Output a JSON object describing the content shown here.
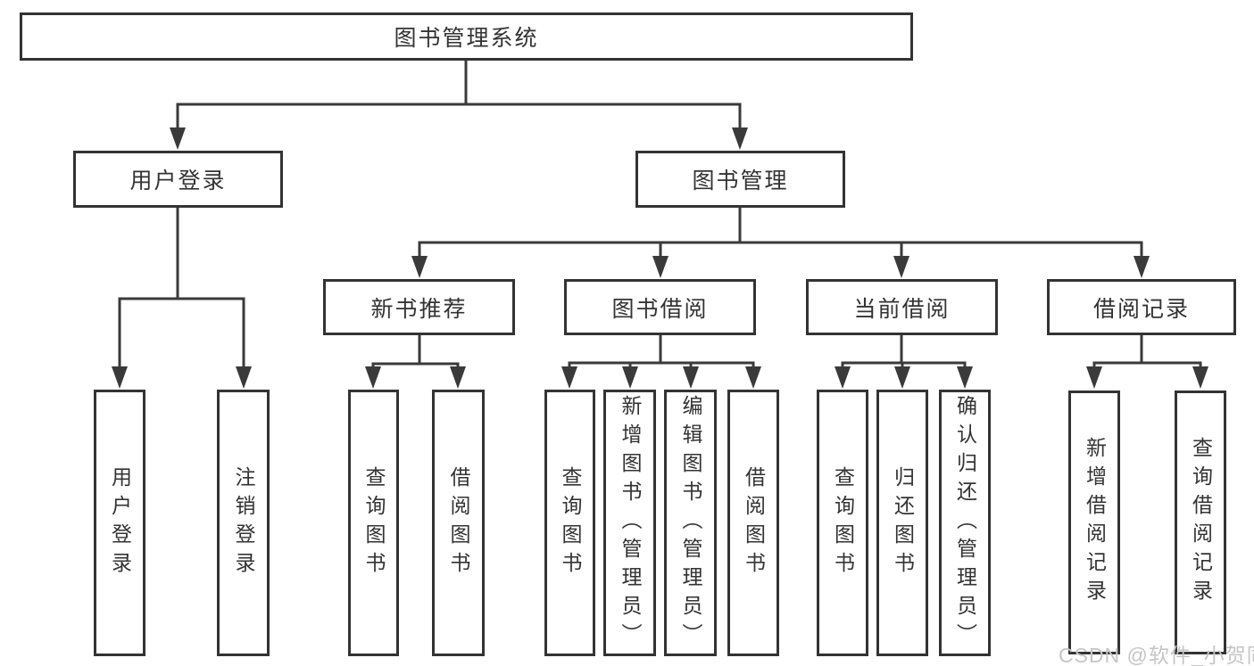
{
  "colors": {
    "line": "#3a3a3a",
    "box_border": "#333333",
    "text": "#333333",
    "watermark": "#c5c5c5",
    "background": "#ffffff"
  },
  "tree": {
    "root": {
      "label": "图书管理系统",
      "children": [
        {
          "label": "用户登录",
          "children": [
            {
              "label": "用户登录"
            },
            {
              "label": "注销登录"
            }
          ]
        },
        {
          "label": "图书管理",
          "children": [
            {
              "label": "新书推荐",
              "children": [
                {
                  "label": "查询图书"
                },
                {
                  "label": "借阅图书"
                }
              ]
            },
            {
              "label": "图书借阅",
              "children": [
                {
                  "label": "查询图书"
                },
                {
                  "label": "新增图书（管理员）"
                },
                {
                  "label": "编辑图书（管理员）"
                },
                {
                  "label": "借阅图书"
                }
              ]
            },
            {
              "label": "当前借阅",
              "children": [
                {
                  "label": "查询图书"
                },
                {
                  "label": "归还图书"
                },
                {
                  "label": "确认归还（管理员）"
                }
              ]
            },
            {
              "label": "借阅记录",
              "children": [
                {
                  "label": "新增借阅记录"
                },
                {
                  "label": "查询借阅记录"
                }
              ]
            }
          ]
        }
      ]
    }
  },
  "watermark": {
    "text": "CSDN @软件_小贺同学"
  }
}
